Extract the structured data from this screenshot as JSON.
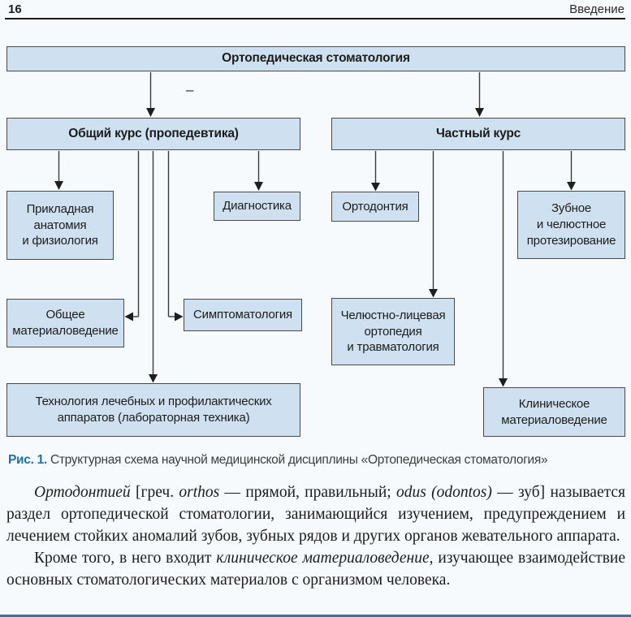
{
  "header": {
    "page_number": "16",
    "running_title": "Введение"
  },
  "diagram": {
    "stray_dash": "–",
    "nodes": {
      "root": "Ортопедическая стоматология",
      "general_course": "Общий курс (пропедевтика)",
      "private_course": "Частный курс",
      "applied_anatomy": [
        "Прикладная",
        "анатомия",
        "и физиология"
      ],
      "diagnostics": "Диагностика",
      "orthodontics": "Ортодонтия",
      "dental_prosthetics": [
        "Зубное",
        "и челюстное",
        "протезирование"
      ],
      "general_materials": [
        "Общее",
        "материаловедение"
      ],
      "symptomatology": "Симптоматология",
      "maxillofacial": [
        "Челюстно-лицевая",
        "ортопедия",
        "и травматология"
      ],
      "technology": [
        "Технология лечебных и профилактических",
        "аппаратов (лабораторная техника)"
      ],
      "clinical_materials": [
        "Клиническое",
        "материаловедение"
      ]
    }
  },
  "caption": {
    "label": "Рис. 1.",
    "text": " Структурная схема научной медицинской дисциплины «Ортопедическая стоматология»"
  },
  "para1": {
    "s1": "Ортодонтией",
    "s2": " [греч. ",
    "s3": "orthos",
    "s4": " — прямой, правильный; ",
    "s5": "odus (odontos)",
    "s6": " — зуб] называется раздел ортопедической стоматологии, занимающийся изучением, предупреждением и лечением стойких аномалий зубов, зубных рядов и других органов жевательного аппарата."
  },
  "para2": {
    "s1": "Кроме того, в него входит ",
    "s2": "клиническое материаловедение",
    "s3": ", изучающее взаимодействие основных стоматологических материалов с организмом человека."
  },
  "colors": {
    "box_fill": "#cfe1f0",
    "box_border": "#4a4a4a",
    "accent_blue": "#1d71ad",
    "bottom_rule_blue": "#2f74b0"
  }
}
